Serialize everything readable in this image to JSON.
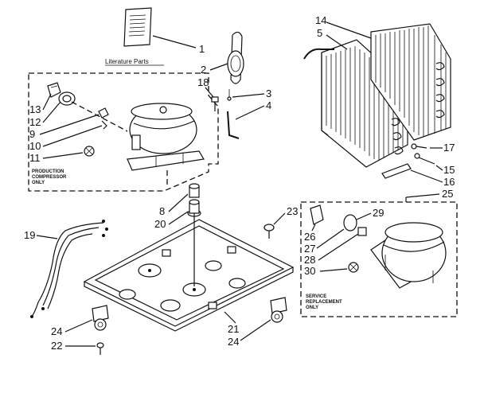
{
  "labels": {
    "literature": "Literature Parts",
    "production_1": "PRODUCTION",
    "production_2": "COMPRESSOR",
    "production_3": "ONLY",
    "service_1": "SERVICE",
    "service_2": "REPLACEMENT",
    "service_3": "ONLY"
  },
  "callouts": {
    "c1": "1",
    "c2": "2",
    "c3": "3",
    "c4": "4",
    "c5": "5",
    "c8": "8",
    "c9": "9",
    "c10": "10",
    "c11": "11",
    "c12": "12",
    "c13": "13",
    "c14": "14",
    "c15": "15",
    "c16": "16",
    "c17": "17",
    "c18": "18",
    "c19": "19",
    "c20": "20",
    "c21": "21",
    "c22": "22",
    "c23": "23",
    "c24a": "24",
    "c24b": "24",
    "c25": "25",
    "c26": "26",
    "c27": "27",
    "c28": "28",
    "c29": "29",
    "c30": "30"
  }
}
